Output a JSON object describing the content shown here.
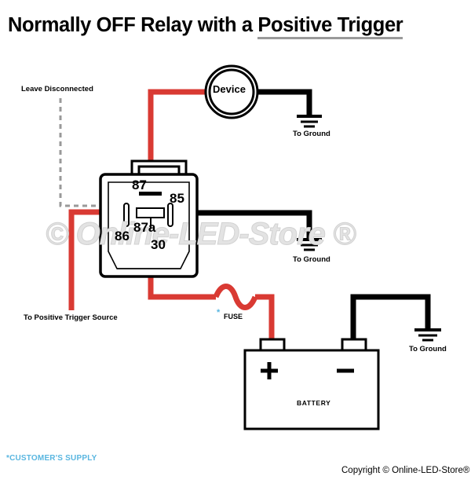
{
  "title": {
    "prefix": "Normally OFF Relay with a ",
    "underlined": "Positive Trigger"
  },
  "labels": {
    "leave_disconnected": "Leave Disconnected",
    "device": "Device",
    "to_ground_device": "To Ground",
    "to_ground_pin85": "To Ground",
    "to_ground_battery": "To Ground",
    "to_positive_trigger_source": "To Positive Trigger Source",
    "fuse": "FUSE",
    "fuse_star": "*",
    "battery": "BATTERY",
    "battery_positive": "+",
    "battery_negative": "−"
  },
  "relay": {
    "pins": [
      {
        "id": "87",
        "label": "87"
      },
      {
        "id": "85",
        "label": "85"
      },
      {
        "id": "87a",
        "label": "87a"
      },
      {
        "id": "86",
        "label": "86"
      },
      {
        "id": "30",
        "label": "30"
      }
    ]
  },
  "footer": {
    "customer_supply": "*CUSTOMER'S SUPPLY",
    "copyright": "Copyright © Online-LED-Store®"
  },
  "watermark": "© Online-LED-Store ®",
  "colors": {
    "wire_red": "#d93a33",
    "wire_black": "#000000",
    "dashed_gray": "#999999",
    "accent_blue": "#59b6e0",
    "underline_gray": "#9a9a9a",
    "watermark_gray": "#e3e3e3"
  }
}
